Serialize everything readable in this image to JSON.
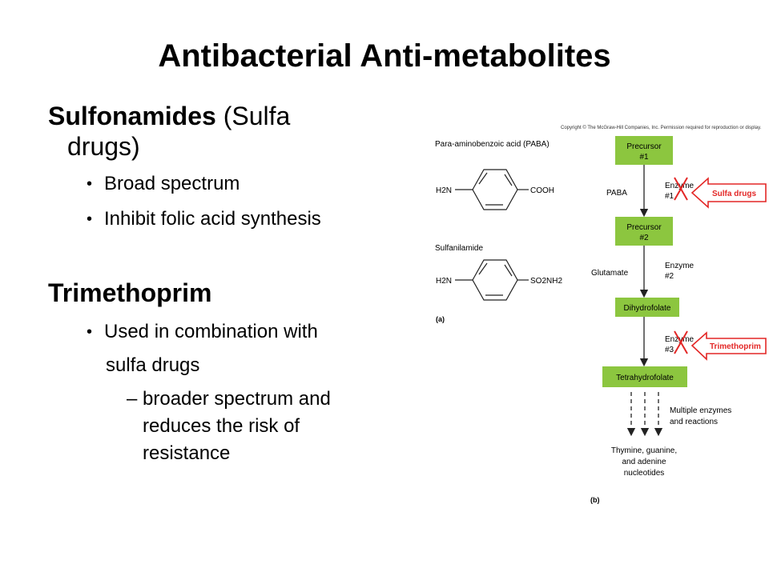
{
  "slide": {
    "title": "Antibacterial Anti-metabolites",
    "sulfonamides": {
      "heading_bold": "Sulfonamides",
      "heading_rest": " (Sulfa",
      "heading_line2": "drugs)",
      "bullets": [
        "Broad spectrum",
        "Inhibit folic acid synthesis"
      ]
    },
    "trimethoprim": {
      "heading": "Trimethoprim",
      "bullet": "Used in combination with",
      "bullet_cont": "sulfa drugs",
      "sub_lines": [
        "broader spectrum and",
        "reduces the risk of",
        "resistance"
      ],
      "sub_dash": "–"
    }
  },
  "figure": {
    "copyright": "Copyright © The McGraw-Hill Companies, Inc. Permission required for reproduction or display.",
    "paba_label": "Para-aminobenzoic acid (PABA)",
    "paba_left": "H2N",
    "paba_right": "COOH",
    "sulfa_label": "Sulfanilamide",
    "sulfa_left": "H2N",
    "sulfa_right": "SO2NH2",
    "panel_a": "(a)",
    "panel_b": "(b)",
    "precursor1": [
      "Precursor",
      "#1"
    ],
    "precursor2": [
      "Precursor",
      "#2"
    ],
    "dihydrofolate": "Dihydrofolate",
    "tetrahydrofolate": "Tetrahydrofolate",
    "paba_side": "PABA",
    "glutamate_side": "Glutamate",
    "enzyme1": [
      "Enzyme",
      "#1"
    ],
    "enzyme2": [
      "Enzyme",
      "#2"
    ],
    "enzyme3": [
      "Enzyme",
      "#3"
    ],
    "sulfa_drugs_tag": "Sulfa drugs",
    "trimethoprim_tag": "Trimethoprim",
    "multiple": [
      "Multiple enzymes",
      "and reactions"
    ],
    "products": [
      "Thymine, guanine,",
      "and adenine",
      "nucleotides"
    ],
    "colors": {
      "box": "#8cc63f",
      "inhibitor": "#e32726"
    }
  }
}
